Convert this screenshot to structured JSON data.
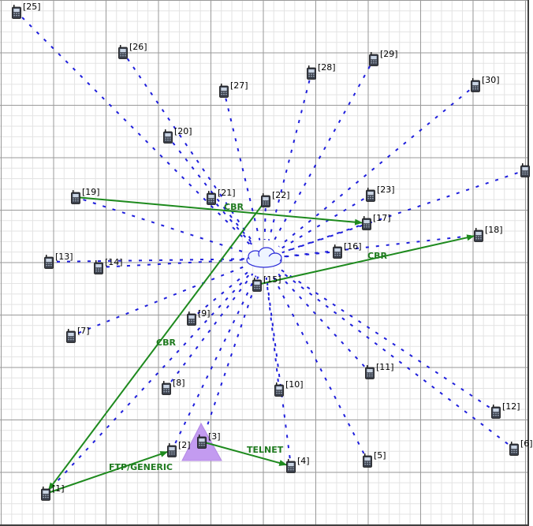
{
  "colors": {
    "wireless_link": "#1f1fdc",
    "flow": "#1e8a1e",
    "flow_label": "#1e7a1e",
    "ap_shape": "#c39bf0",
    "cloud": "#eef4ff"
  },
  "nodes": [
    {
      "id": 1,
      "label": "[1]"
    },
    {
      "id": 2,
      "label": "[2]"
    },
    {
      "id": 3,
      "label": "[3]"
    },
    {
      "id": 4,
      "label": "[4]"
    },
    {
      "id": 5,
      "label": "[5]"
    },
    {
      "id": 6,
      "label": "[6]"
    },
    {
      "id": 7,
      "label": "[7]"
    },
    {
      "id": 8,
      "label": "[8]"
    },
    {
      "id": 9,
      "label": "[9]"
    },
    {
      "id": 10,
      "label": "[10]"
    },
    {
      "id": 11,
      "label": "[11]"
    },
    {
      "id": 12,
      "label": "[12]"
    },
    {
      "id": 13,
      "label": "[13]"
    },
    {
      "id": 14,
      "label": "[14]"
    },
    {
      "id": 15,
      "label": "[15]"
    },
    {
      "id": 16,
      "label": "[16]"
    },
    {
      "id": 17,
      "label": "[17]"
    },
    {
      "id": 18,
      "label": "[18]"
    },
    {
      "id": 19,
      "label": "[19]"
    },
    {
      "id": 20,
      "label": "[20]"
    },
    {
      "id": 21,
      "label": "[21]"
    },
    {
      "id": 22,
      "label": "[22]"
    },
    {
      "id": 23,
      "label": "[23]"
    },
    {
      "id": 25,
      "label": "[25]"
    },
    {
      "id": 26,
      "label": "[26]"
    },
    {
      "id": 27,
      "label": "[27]"
    },
    {
      "id": 28,
      "label": "[28]"
    },
    {
      "id": 29,
      "label": "[29]"
    },
    {
      "id": 30,
      "label": "[30]"
    },
    {
      "id": 24,
      "label": ""
    }
  ],
  "flows": [
    {
      "from": 19,
      "to": 17,
      "label": "CBR"
    },
    {
      "from": 15,
      "to": 18,
      "label": "CBR"
    },
    {
      "from": 22,
      "to": 1,
      "label": "CBR"
    },
    {
      "from": 1,
      "to": 2,
      "label": "FTP/GENERIC"
    },
    {
      "from": 3,
      "to": 4,
      "label": "TELNET"
    }
  ],
  "hub": {
    "name": "wireless-cloud",
    "icon": "cloud-icon"
  },
  "access_point": {
    "attached_to": 3,
    "icon": "triangle-icon"
  }
}
